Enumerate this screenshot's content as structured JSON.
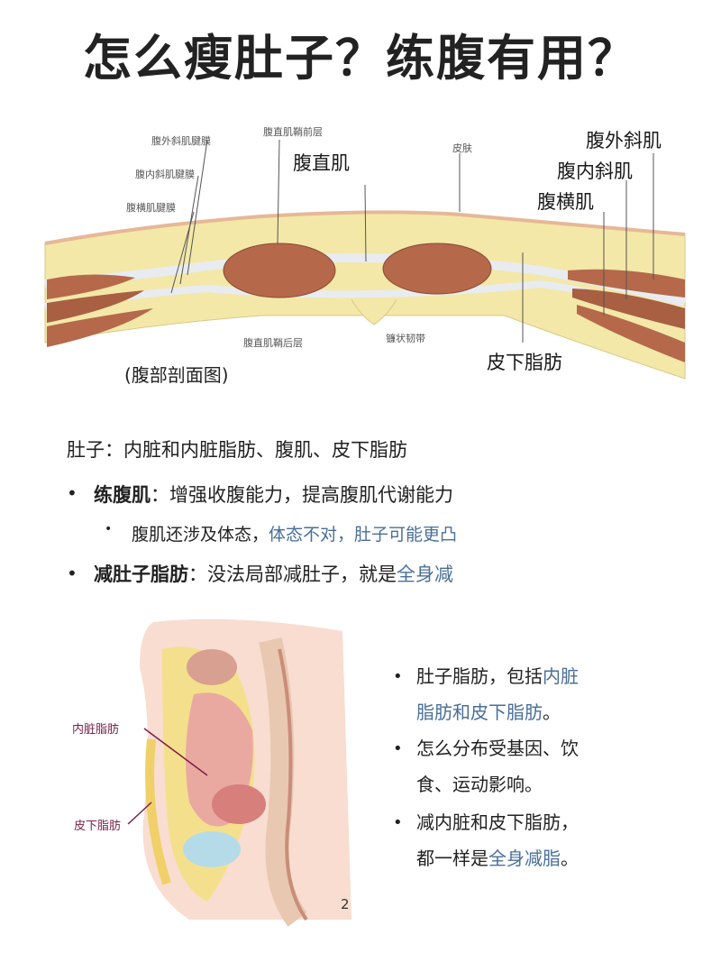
{
  "title": "怎么瘦肚子？练腹有用？",
  "cross_section": {
    "labels": {
      "outer_oblique_aponeurosis": "腹外斜肌腱膜",
      "inner_oblique_aponeurosis": "腹内斜肌腱膜",
      "transversus_aponeurosis": "腹横肌腱膜",
      "rectus_sheath_front": "腹直肌鞘前层",
      "rectus": "腹直肌",
      "skin": "皮肤",
      "outer_oblique": "腹外斜肌",
      "inner_oblique": "腹内斜肌",
      "transversus": "腹横肌",
      "rectus_sheath_back": "腹直肌鞘后层",
      "falciform": "镰状韧带",
      "subcutaneous_fat": "皮下脂肪",
      "caption": "(腹部剖面图)"
    }
  },
  "text": {
    "line1": "肚子：内脏和内脏脂肪、腹肌、皮下脂肪",
    "b1_bold": "练腹肌",
    "b1_rest": "：增强收腹能力，提高腹肌代谢能力",
    "sub1_a": "腹肌还涉及体态，",
    "sub1_hl": "体态不对，肚子可能更凸",
    "b2_bold": "减肚子脂肪",
    "b2_rest": "：没法局部减肚子，就是",
    "b2_hl": "全身减"
  },
  "figure2": {
    "label_visceral": "内脏脂肪",
    "label_subcut": "皮下脂肪"
  },
  "right_list": {
    "i1_a": "肚子脂肪，包括",
    "i1_hl1": "内脏",
    "i1_hl2": "脂肪和皮下脂肪",
    "i1_end": "。",
    "i2_a": "怎么分布受基因、饮",
    "i2_b": "食、运动影响。",
    "i3_a": "减内脏和皮下脂肪，",
    "i3_b": "都一样是",
    "i3_hl": "全身减脂",
    "i3_end": "。"
  },
  "page_number": "2"
}
